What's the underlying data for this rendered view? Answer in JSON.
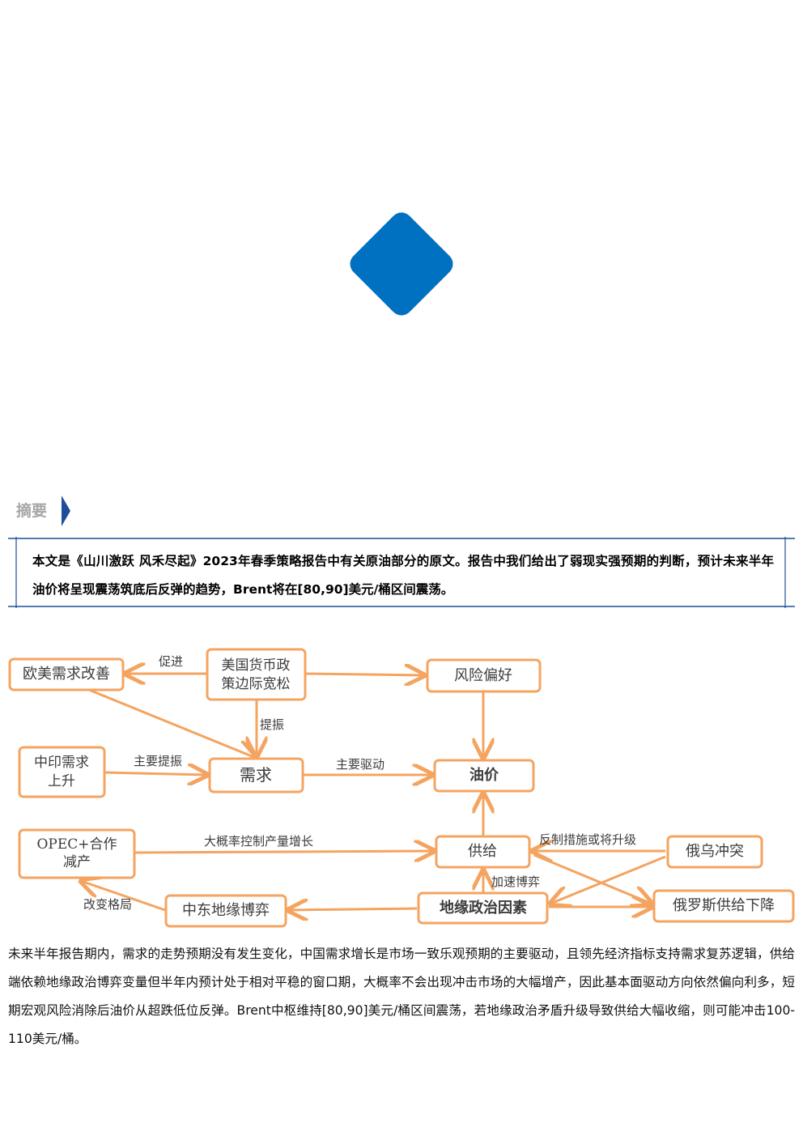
{
  "header": {
    "logo_icon": "blue-diamond-icon",
    "logo_color": "#0070c0"
  },
  "summary": {
    "title": "摘要",
    "text": "本文是《山川激跃 风禾尽起》2023年春季策略报告中有关原油部分的原文。报告中我们给出了弱现实强预期的判断，预计未来半年油价将呈现震荡筑底后反弹的趋势，Brent将在[80,90]美元/桶区间震荡。",
    "accent_color": "#1f4e99"
  },
  "diagram": {
    "border_color": "#f4a460",
    "nodes": {
      "euus_demand": [
        "欧美需求改善"
      ],
      "us_policy": [
        "美国货币政",
        "策边际宽松"
      ],
      "risk_appetite": [
        "风险偏好"
      ],
      "cn_in_demand": [
        "中印需求",
        "上升"
      ],
      "demand": [
        "需求"
      ],
      "oil_price": [
        "油价"
      ],
      "opec": [
        "OPEC+合作",
        "减产"
      ],
      "supply": [
        "供给"
      ],
      "russia_ukraine": [
        "俄乌冲突"
      ],
      "middle_east": [
        "中东地缘博弈"
      ],
      "geopolitics": [
        "地缘政治因素"
      ],
      "russia_supply": [
        "俄罗斯供给下降"
      ]
    },
    "edge_labels": {
      "promote": "促进",
      "boost": "提振",
      "main_boost": "主要提振",
      "main_driver": "主要驱动",
      "opec_supply": "大概率控制产量增长",
      "sanctions": "反制措施或将升级",
      "accelerate": "加速博弈",
      "change_pattern": "改变格局"
    }
  },
  "body": {
    "text": "未来半年报告期内，需求的走势预期没有发生变化，中国需求增长是市场一致乐观预期的主要驱动，且领先经济指标支持需求复苏逻辑，供给端依赖地缘政治博弈变量但半年内预计处于相对平稳的窗口期，大概率不会出现冲击市场的大幅增产，因此基本面驱动方向依然偏向利多，短期宏观风险消除后油价从超跌低位反弹。Brent中枢维持[80,90]美元/桶区间震荡，若地缘政治矛盾升级导致供给大幅收缩，则可能冲击100-110美元/桶。"
  }
}
